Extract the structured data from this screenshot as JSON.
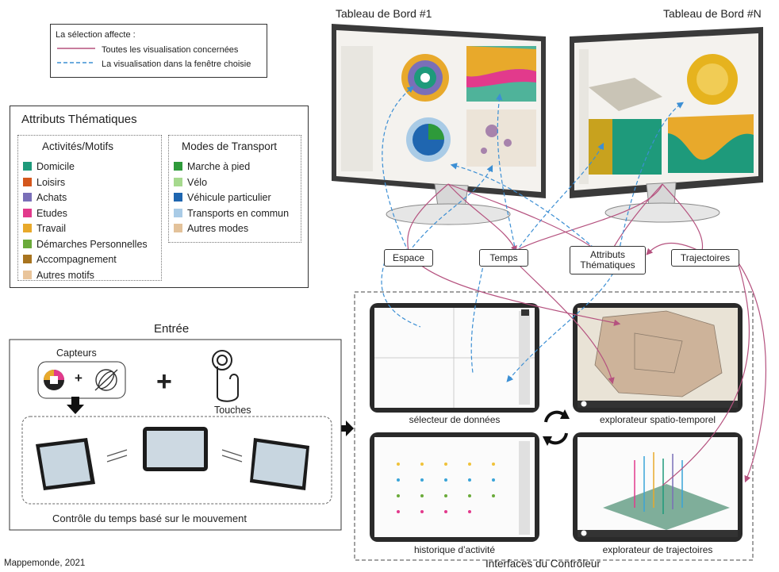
{
  "selection_legend": {
    "title": "La sélection affecte :",
    "items": [
      {
        "label": "Toutes les visualisation concernées",
        "color": "#b5527f",
        "style": "solid"
      },
      {
        "label": "La visualisation dans la fenêtre choisie",
        "color": "#3c8fd4",
        "style": "dashed"
      }
    ]
  },
  "attributes": {
    "title": "Attributs Thématiques",
    "activities": {
      "title": "Activités/Motifs",
      "items": [
        {
          "label": "Domicile",
          "color": "#1e9a7b"
        },
        {
          "label": "Loisirs",
          "color": "#d4571c"
        },
        {
          "label": "Achats",
          "color": "#7a6fb8"
        },
        {
          "label": "Etudes",
          "color": "#e23a8c"
        },
        {
          "label": "Travail",
          "color": "#e8a92b"
        },
        {
          "label": "Démarches Personnelles",
          "color": "#6aaa3a"
        },
        {
          "label": "Accompagnement",
          "color": "#a8741f"
        },
        {
          "label": "Autres motifs",
          "color": "#e9c49a"
        }
      ]
    },
    "modes": {
      "title": "Modes de Transport",
      "items": [
        {
          "label": "Marche à pied",
          "color": "#2e9a3a"
        },
        {
          "label": "Vélo",
          "color": "#a6d98e"
        },
        {
          "label": "Véhicule particulier",
          "color": "#1f66b0"
        },
        {
          "label": "Transports en commun",
          "color": "#a9cbe6"
        },
        {
          "label": "Autres modes",
          "color": "#e3c29a"
        }
      ]
    }
  },
  "input": {
    "title": "Entrée",
    "sensors_label": "Capteurs",
    "touch_label": "Touches",
    "plus": "+",
    "control_caption": "Contrôle du temps basé sur le mouvement"
  },
  "dashboards": {
    "first": "Tableau de Bord #1",
    "last": "Tableau de Bord #N"
  },
  "nodes": {
    "space": "Espace",
    "time": "Temps",
    "thematic_line1": "Attributs",
    "thematic_line2": "Thématiques",
    "trajectories": "Trajectoires"
  },
  "controller": {
    "title": "Interfaces du Contrôleur",
    "panels": {
      "data_selector": "sélecteur de données",
      "st_explorer": "explorateur spatio-temporel",
      "activity_history": "historique d’activité",
      "traj_explorer": "explorateur de trajectoires"
    }
  },
  "footer": "Mappemonde, 2021",
  "colors": {
    "link_all": "#b5527f",
    "link_window": "#3c8fd4"
  }
}
